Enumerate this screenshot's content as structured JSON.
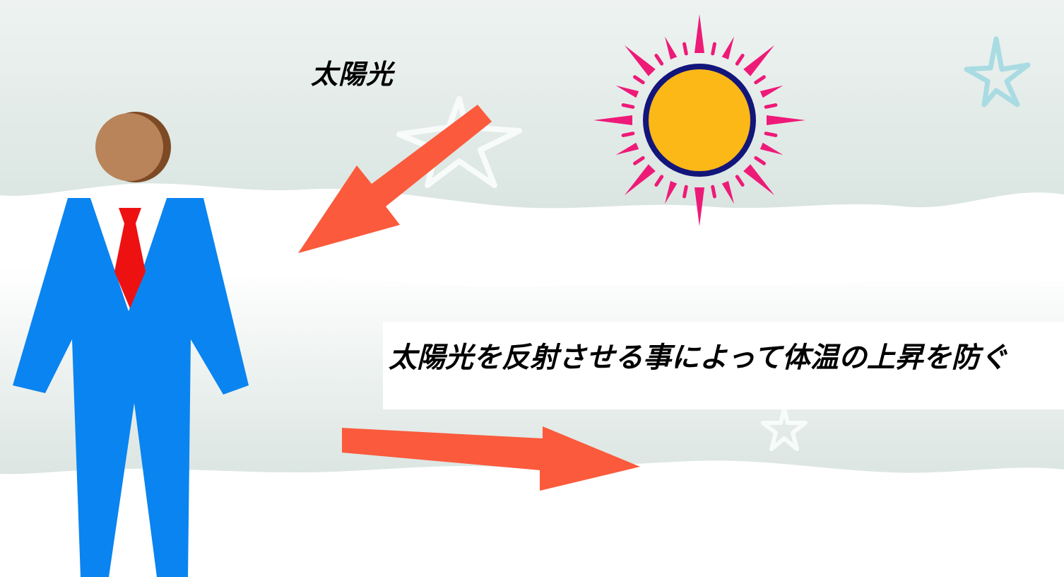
{
  "labels": {
    "sunlight": "太陽光",
    "caption": "太陽光を反射させる事によって体温の上昇を防ぐ"
  },
  "colors": {
    "background_band": "#dfe8e4",
    "suit": "#0a84f0",
    "tie": "#ee1111",
    "head": "#b9845a",
    "sun_fill": "#fbb817",
    "sun_outline": "#12157a",
    "sun_rays": "#ee1a78",
    "arrow": "#fb5a3c"
  },
  "icons": [
    "person-figure",
    "sun-icon",
    "incoming-sunlight-arrow",
    "reflected-sunlight-arrow",
    "star-decoration"
  ]
}
